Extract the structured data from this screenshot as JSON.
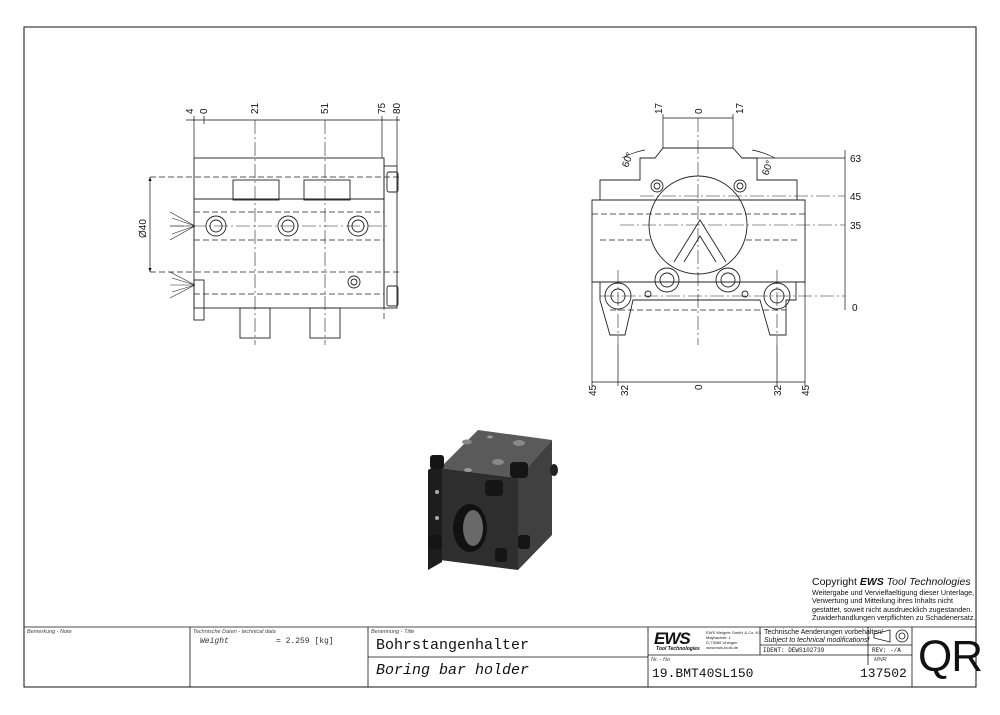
{
  "dimensions_side": {
    "top": [
      "4",
      "0",
      "21",
      "51",
      "75",
      "80"
    ],
    "dia": "Ø40"
  },
  "dimensions_front": {
    "top": [
      "17",
      "0",
      "17"
    ],
    "right": [
      "63",
      "45",
      "35",
      "0"
    ],
    "bottom": [
      "45",
      "32",
      "0",
      "32",
      "45"
    ],
    "angles": [
      "60°",
      "60°"
    ]
  },
  "copyright": {
    "title_prefix": "Copyright ",
    "title_brand": "EWS",
    "title_suffix": " Tool Technologies",
    "lines": [
      "Weitergabe und Vervielfaeltigung dieser Unterlage,",
      "Verwertung und Mitteilung ihres Inhalts nicht",
      "gestattet, soweit nicht ausdruecklich zugestanden.",
      "Zuwiderhandlungen verpflichten zu Schadenersatz."
    ]
  },
  "titleblock": {
    "remark_label": "Bemerkung - Note",
    "techdata_label": "Technische Daten - technical data",
    "weight_label": "Weight",
    "weight_value": "= 2.259 [kg]",
    "title_label": "Benennung - Title",
    "title_de": "Bohrstangenhalter",
    "title_en": "Boring bar holder",
    "logo": "EWS",
    "logo_sub": "Tool Technologies",
    "company_lines": [
      "EWS Weigele GmbH & Co. KG",
      "Maybachstr. 1",
      "D-73066 Uhingen",
      "www.ews-tools.de"
    ],
    "change_de": "Technische Aenderungen vorbehalten!",
    "change_en": "Subject to technical modifications!",
    "ident": "IDENT: DEWS102739",
    "rev": "REV: -/A",
    "nr_label": "Nr. - No",
    "nr_value": "19.BMT40SL150",
    "mnr_label": "MNR",
    "mnr_value": "137502",
    "qr": "QR"
  }
}
